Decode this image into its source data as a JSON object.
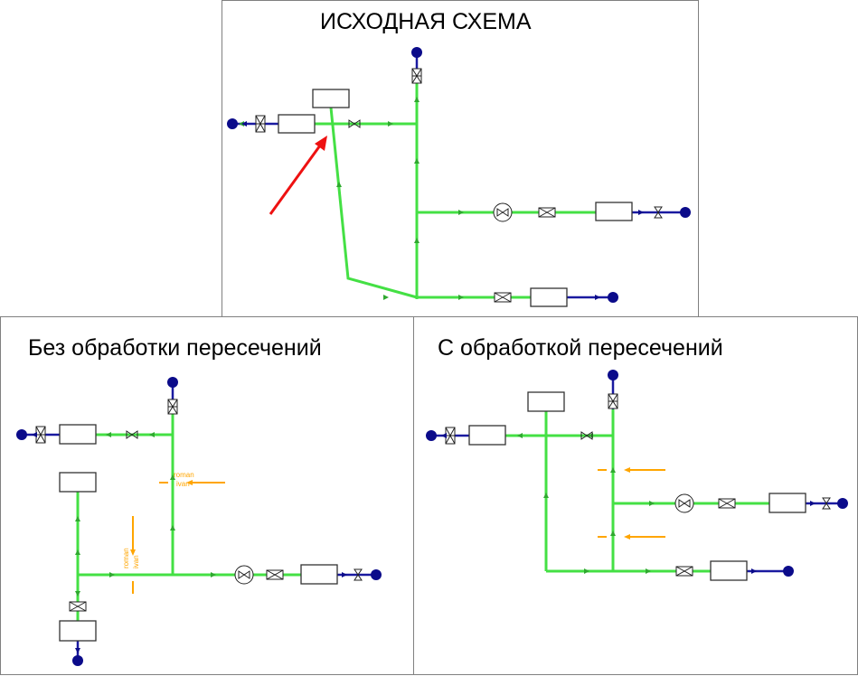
{
  "panels": {
    "original": {
      "title": "ИСХОДНАЯ СХЕМА"
    },
    "without": {
      "title": "Без обработки пересечений",
      "tags": [
        "roman",
        "ivan",
        "roman",
        "ivan"
      ]
    },
    "with": {
      "title": "С обработкой пересечений"
    }
  },
  "colors": {
    "pipe_supply": "#44e044",
    "pipe_branch": "#1a1aa0",
    "node": "#0b0b8a",
    "annotation": "#ffa500",
    "pointer_arrow": "#ee1111"
  },
  "icons": [
    "gate-valve-icon",
    "check-valve-icon",
    "pump-icon",
    "arrow-icon",
    "node-icon"
  ]
}
